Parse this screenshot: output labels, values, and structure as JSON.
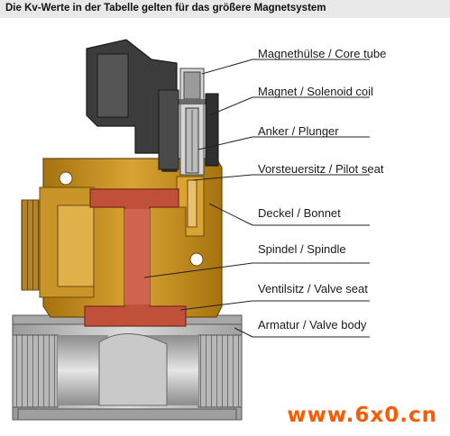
{
  "header": {
    "title": "Die Kv-Werte in der Tabelle gelten für das größere Magnetsystem"
  },
  "labels": [
    "Magnethülse / Core tube",
    "Magnet / Solenoid coil",
    "Anker / Plunger",
    "Vorsteuersitz / Pilot seat",
    "Deckel / Bonnet",
    "Spindel / Spindle",
    "Ventilsitz / Valve seat",
    "Armatur / Valve body"
  ],
  "watermark": "www.6x0.cn",
  "colors": {
    "brass": "#c8921e",
    "brass_dark": "#8a5c0c",
    "spindle": "#c0503a",
    "body_grey": "#bdbdbd",
    "coil_dark": "#3c3c3c"
  }
}
